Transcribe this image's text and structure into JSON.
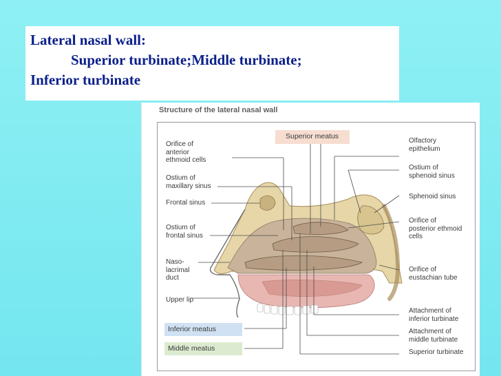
{
  "header": {
    "line1": "Lateral nasal wall:",
    "line2": "Superior turbinate;Middle turbinate;",
    "line3": "Inferior turbinate"
  },
  "figure": {
    "title": "Structure of the lateral nasal wall",
    "superior_meatus": "Superior meatus",
    "inferior_meatus": "Inferior meatus",
    "middle_meatus": "Middle meatus",
    "left_labels": {
      "orifice_anterior": "Orifice of\nanterior\nethmoid cells",
      "ostium_maxillary": "Ostium of\nmaxillary sinus",
      "frontal_sinus": "Frontal sinus",
      "ostium_frontal": "Ostium of\nfrontal sinus",
      "nasolacrimal": "Naso-\nlacrimal\nduct",
      "upper_lip": "Upper lip"
    },
    "right_labels": {
      "olfactory": "Olfactory\nepithelium",
      "ostium_sphenoid": "Ostium of\nsphenoid sinus",
      "sphenoid_sinus": "Sphenoid sinus",
      "orifice_posterior": "Orifice of\nposterior ethmoid\ncells",
      "eustachian": "Orifice of\neustachian tube",
      "attach_inferior": "Attachment of\ninferior turbinate",
      "attach_middle": "Attachment of\nmiddle turbinate",
      "superior_turbinate": "Superior turbinate"
    },
    "colors": {
      "bone": "#e6d6a8",
      "cavity": "#c9b39a",
      "mucosa": "#d89a93",
      "palate": "#e8b7b2",
      "superior_box": "#f6ddd0",
      "inferior_box": "#cfe1f2",
      "middle_box": "#dcebcf"
    }
  }
}
